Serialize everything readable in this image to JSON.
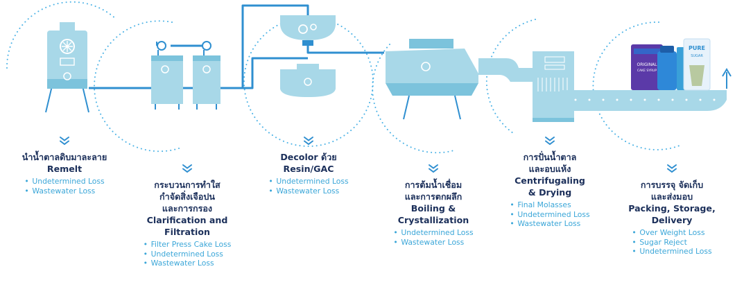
{
  "colors": {
    "pipe": "#2f8fd0",
    "machine": "#a8d8e8",
    "machine_dark": "#7cc3dc",
    "dots": "#4db3e6",
    "title": "#1b2f5a",
    "loss": "#3aa6d8"
  },
  "icons": [
    "chevron-down-icon",
    "gear-icon",
    "fan-icon",
    "water-drop-icon",
    "arrow-up-icon"
  ],
  "stages": [
    {
      "title_lines": [
        "นำน้ำตาลดิบมาละลาย",
        "Remelt"
      ],
      "losses": [
        "Undetermined Loss",
        "Wastewater Loss"
      ]
    },
    {
      "title_lines": [
        "กระบวนการทำใส",
        "กำจัดสิ่งเจือปน",
        "และการกรอง",
        "Clarification and",
        "Filtration"
      ],
      "losses": [
        "Filter Press Cake Loss",
        "Undetermined Loss",
        "Wastewater Loss"
      ]
    },
    {
      "title_lines": [
        "Decolor ด้วย",
        "Resin/GAC"
      ],
      "losses": [
        "Undetermined Loss",
        "Wastewater Loss"
      ]
    },
    {
      "title_lines": [
        "การต้มน้ำเชื่อม",
        "และการตกผลึก",
        "Boiling &",
        "Crystallization"
      ],
      "losses": [
        "Undetermined Loss",
        "Wastewater Loss"
      ]
    },
    {
      "title_lines": [
        "การปั่นน้ำตาล",
        "และอบแห้ง",
        "Centrifugaling",
        "& Drying"
      ],
      "losses": [
        "Final Molasses",
        "Undetermined Loss",
        "Wastewater Loss"
      ]
    },
    {
      "title_lines": [
        "การบรรจุ จัดเก็บ",
        "และส่งมอบ",
        "Packing, Storage,",
        "Delivery"
      ],
      "losses": [
        "Over Weight Loss",
        "Sugar Reject",
        "Undetermined Loss"
      ]
    }
  ],
  "packages": {
    "left_label": [
      "ORIGINAL",
      "CAKE SYRUP"
    ],
    "right_label": [
      "PURE",
      "SUGAR"
    ]
  }
}
